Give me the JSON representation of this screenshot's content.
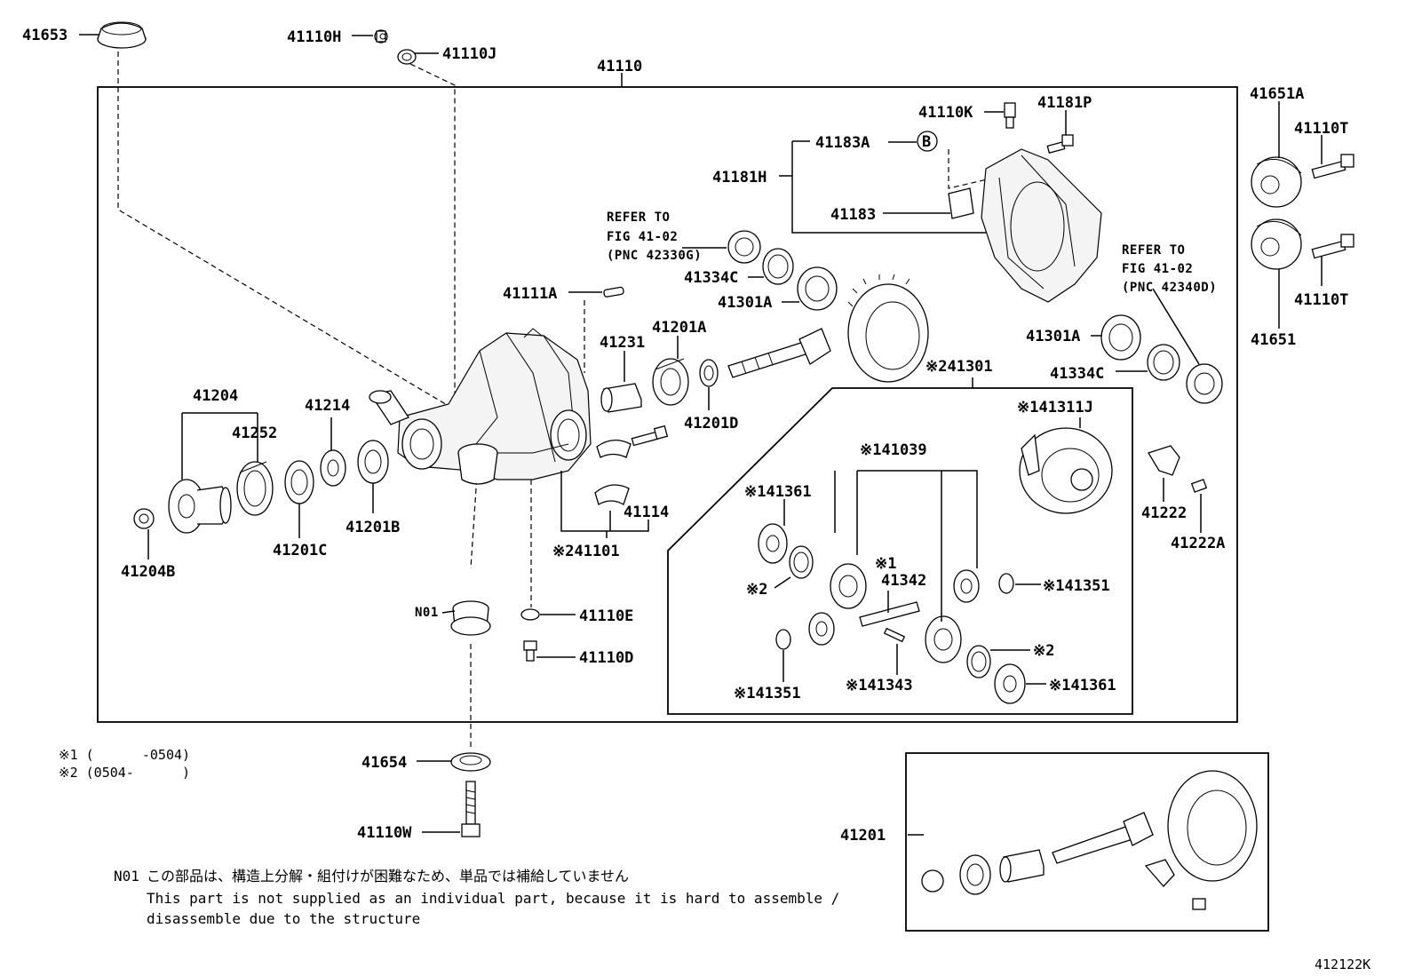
{
  "diagram_code": "412122K",
  "footnotes": {
    "n01_code": "N01",
    "n01_ja": "この部品は、構造上分解・組付けが困難なため、単品では補給していません",
    "n01_en_line1": "This part is not supplied as an individual part, because it is hard to assemble /",
    "n01_en_line2": "disassemble due to the structure",
    "note1": "※1 (      -0504)",
    "note2": "※2 (0504-      )"
  },
  "references": {
    "left": {
      "line1": "REFER TO",
      "line2": "FIG 41-02",
      "line3": "(PNC 42330G)"
    },
    "right": {
      "line1": "REFER TO",
      "line2": "FIG 41-02",
      "line3": "(PNC 42340D)"
    }
  },
  "labels": {
    "p41653": "41653",
    "p41110H": "41110H",
    "p41110J": "41110J",
    "p41110": "41110",
    "p41651A": "41651A",
    "p41110T_top": "41110T",
    "p41110T_bottom": "41110T",
    "p41651": "41651",
    "p41110K": "41110K",
    "p41181P": "41181P",
    "p41183A": "41183A",
    "circleB": "B",
    "p41181H": "41181H",
    "p41183": "41183",
    "p41334C_left": "41334C",
    "p41301A_left": "41301A",
    "p41111A": "41111A",
    "p41231": "41231",
    "p41201A": "41201A",
    "p41201D": "41201D",
    "p241301": "※241301",
    "p41301A_right": "41301A",
    "p41334C_right": "41334C",
    "p141311J": "※141311J",
    "p41204": "41204",
    "p41252": "41252",
    "p41214": "41214",
    "p41201C": "41201C",
    "p41201B": "41201B",
    "p41204B": "41204B",
    "p41114": "41114",
    "p241101": "※241101",
    "p141039": "※141039",
    "p141361_top": "※141361",
    "p41222": "41222",
    "p41222A": "41222A",
    "p1": "※1",
    "p41342": "41342",
    "p2_left": "※2",
    "p141351_right": "※141351",
    "pN01": "N01",
    "p41110E": "41110E",
    "p41110D": "41110D",
    "p2_right": "※2",
    "p141351_left": "※141351",
    "p141343": "※141343",
    "p141361_bottom": "※141361",
    "p41654": "41654",
    "p41110W": "41110W",
    "p41201": "41201"
  }
}
